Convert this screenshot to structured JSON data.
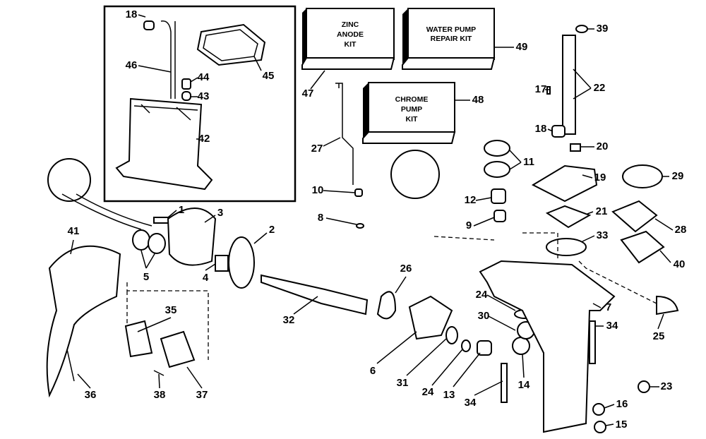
{
  "kits": {
    "zinc_anode": [
      "ZINC",
      "ANODE",
      "KIT"
    ],
    "water_pump": [
      "WATER PUMP",
      "REPAIR KIT"
    ],
    "chrome_pump": [
      "CHROME",
      "PUMP",
      "KIT"
    ]
  },
  "callouts": [
    "18",
    "46",
    "44",
    "43",
    "45",
    "42",
    "47",
    "27",
    "10",
    "8",
    "49",
    "48",
    "39",
    "22",
    "17",
    "18",
    "20",
    "11",
    "12",
    "19",
    "29",
    "9",
    "21",
    "28",
    "33",
    "40",
    "1",
    "3",
    "41",
    "2",
    "5",
    "4",
    "26",
    "32",
    "24",
    "30",
    "7",
    "34",
    "25",
    "35",
    "6",
    "31",
    "24",
    "13",
    "14",
    "34",
    "23",
    "16",
    "15",
    "36",
    "38",
    "37"
  ]
}
